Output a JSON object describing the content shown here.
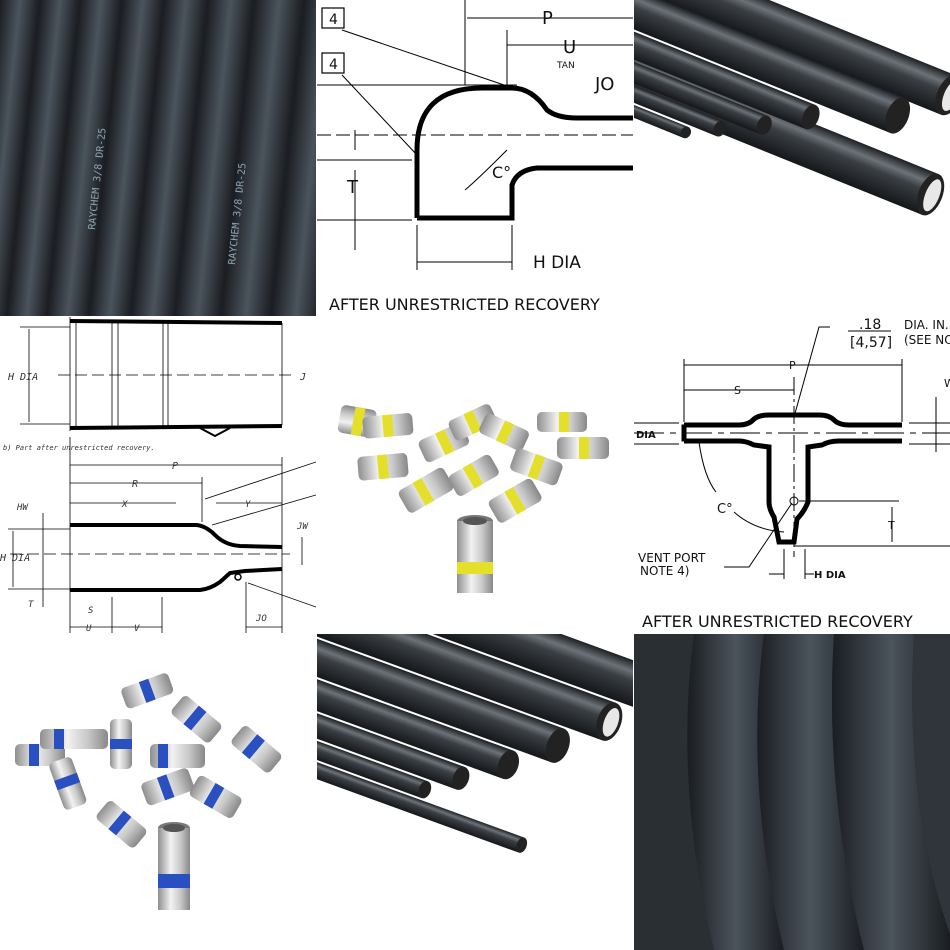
{
  "photos": {
    "cable_coil": {
      "print_text": "RAYCHEM 3/8 DR-25"
    }
  },
  "diagram_elbow": {
    "note_tag_1": "4",
    "note_tag_2": "4",
    "dim_p": "P",
    "dim_u": "U",
    "label_tan": "TAN",
    "dim_jo": "JO",
    "angle_c": "C°",
    "dim_t": "T",
    "dim_h_dia": "H DIA",
    "caption": "AFTER UNRESTRICTED RECOVERY"
  },
  "diagram_boot": {
    "dim_h_dia_top": "H DIA",
    "dim_j": "J",
    "caption": "b) Part after unrestricted recovery.",
    "dim_p": "P",
    "dim_r": "R",
    "dim_x": "X",
    "dim_y": "Y",
    "dim_hw": "HW",
    "dim_jw": "JW",
    "dim_h_dia": "H DIA",
    "dim_t": "T",
    "dim_s": "S",
    "dim_u": "U",
    "dim_v": "V",
    "dim_jo": "JO"
  },
  "diagram_tee": {
    "hole_dia_in": ".18",
    "hole_dia_mm": "[4,57]",
    "hole_note": "DIA. IN.",
    "see_note": "(SEE NO",
    "dim_p": "P",
    "dim_s": "S",
    "dim_w": "W",
    "dim_dia": "DIA",
    "angle_c": "C°",
    "dim_t": "T",
    "vent_port_1": "VENT PORT",
    "vent_port_2": "NOTE 4)",
    "dim_h_dia": "H DIA",
    "caption": "AFTER UNRESTRICTED RECOVERY"
  },
  "colors": {
    "band_yellow": "#e4df2a",
    "band_blue": "#2a4fc0",
    "tube": "#2b2f33"
  }
}
